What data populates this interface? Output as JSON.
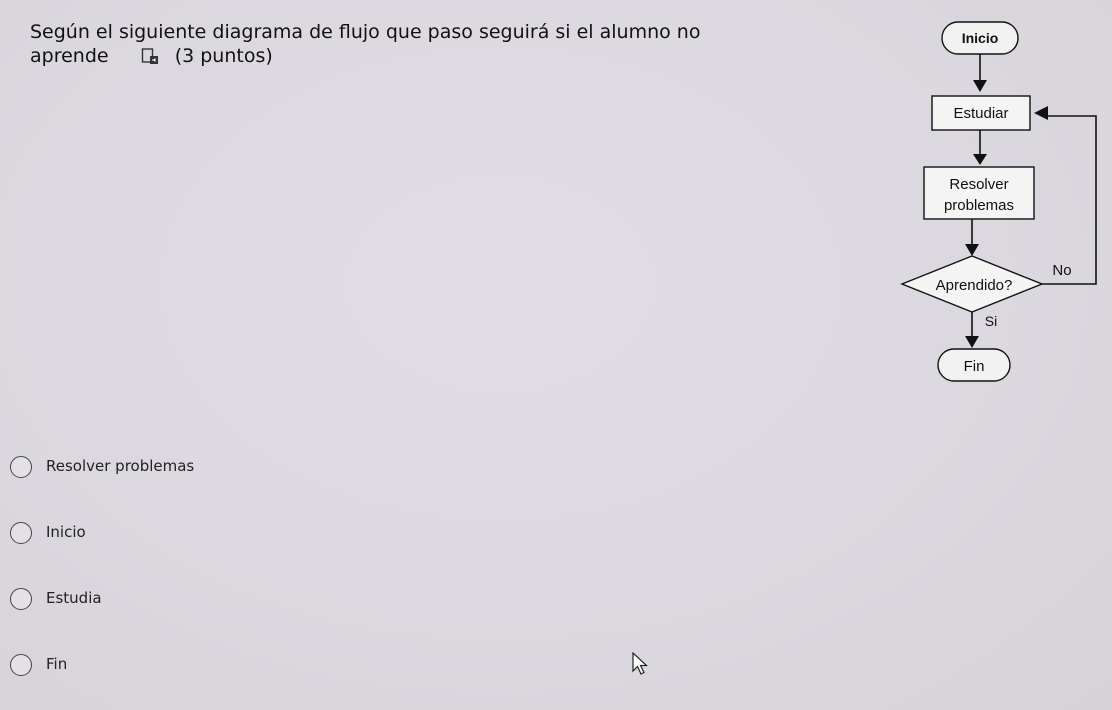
{
  "question": {
    "line1": "Según el siguiente diagrama de flujo que paso seguirá si el alumno no",
    "line2_word": "aprende",
    "points": "(3 puntos)"
  },
  "flowchart": {
    "start": "Inicio",
    "step1": "Estudiar",
    "step2_line1": "Resolver",
    "step2_line2": "problemas",
    "decision": "Aprendido?",
    "no_label": "No",
    "yes_label": "Si",
    "end": "Fin"
  },
  "options": [
    {
      "label": "Resolver problemas",
      "selected": false
    },
    {
      "label": "Inicio",
      "selected": false
    },
    {
      "label": "Estudia",
      "selected": false
    },
    {
      "label": "Fin",
      "selected": false
    }
  ]
}
